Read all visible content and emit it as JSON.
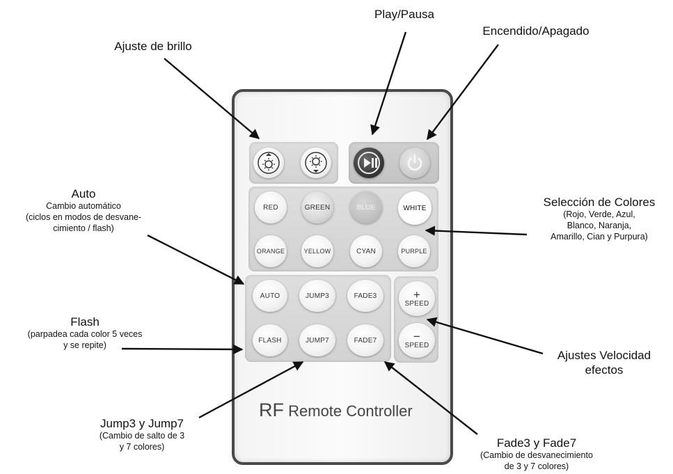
{
  "remote": {
    "buttons": {
      "brightness_up": "brightness-up-icon",
      "brightness_down": "brightness-down-icon",
      "play_pause": "play-pause-icon",
      "power": "power-icon"
    },
    "colors": [
      "RED",
      "GREEN",
      "BLUE",
      "WHITE",
      "ORANGE",
      "YELLOW",
      "CYAN",
      "PURPLE"
    ],
    "modes": [
      "AUTO",
      "JUMP3",
      "FADE3",
      "FLASH",
      "JUMP7",
      "FADE7"
    ],
    "speed": {
      "plus_symbol": "+",
      "plus_label": "SPEED",
      "minus_symbol": "−",
      "minus_label": "SPEED"
    },
    "label_rf": "RF",
    "label_rest": "Remote Controller"
  },
  "labels": {
    "play_pause": "Play/Pausa",
    "power": "Encendido/Apagado",
    "brightness": "Ajuste de brillo",
    "auto": {
      "title": "Auto",
      "line1": "Cambio automático",
      "line2": "(ciclos en modos de desvane-",
      "line3": "cimiento / flash)"
    },
    "colors": {
      "title": "Selección de Colores",
      "line1": "(Rojo, Verde, Azul,",
      "line2": "Blanco, Naranja,",
      "line3": "Amarillo, Cian y Purpura)"
    },
    "flash": {
      "title": "Flash",
      "line1": "(parpadea cada color 5 veces",
      "line2": "y se repite)"
    },
    "speed": {
      "line1": "Ajustes Velocidad",
      "line2": "efectos"
    },
    "jump": {
      "title": "Jump3 y Jump7",
      "line1": "(Cambio de salto de 3",
      "line2": "y 7 colores)"
    },
    "fade": {
      "title": "Fade3 y Fade7",
      "line1": "(Cambio de desvanecimiento",
      "line2": "de 3 y 7 colores)"
    }
  },
  "colors": {
    "arrow": "#111111",
    "remote_border": "#4a4a4a",
    "panel": "#d6d6d6",
    "play_button": "#3a3a3a"
  }
}
